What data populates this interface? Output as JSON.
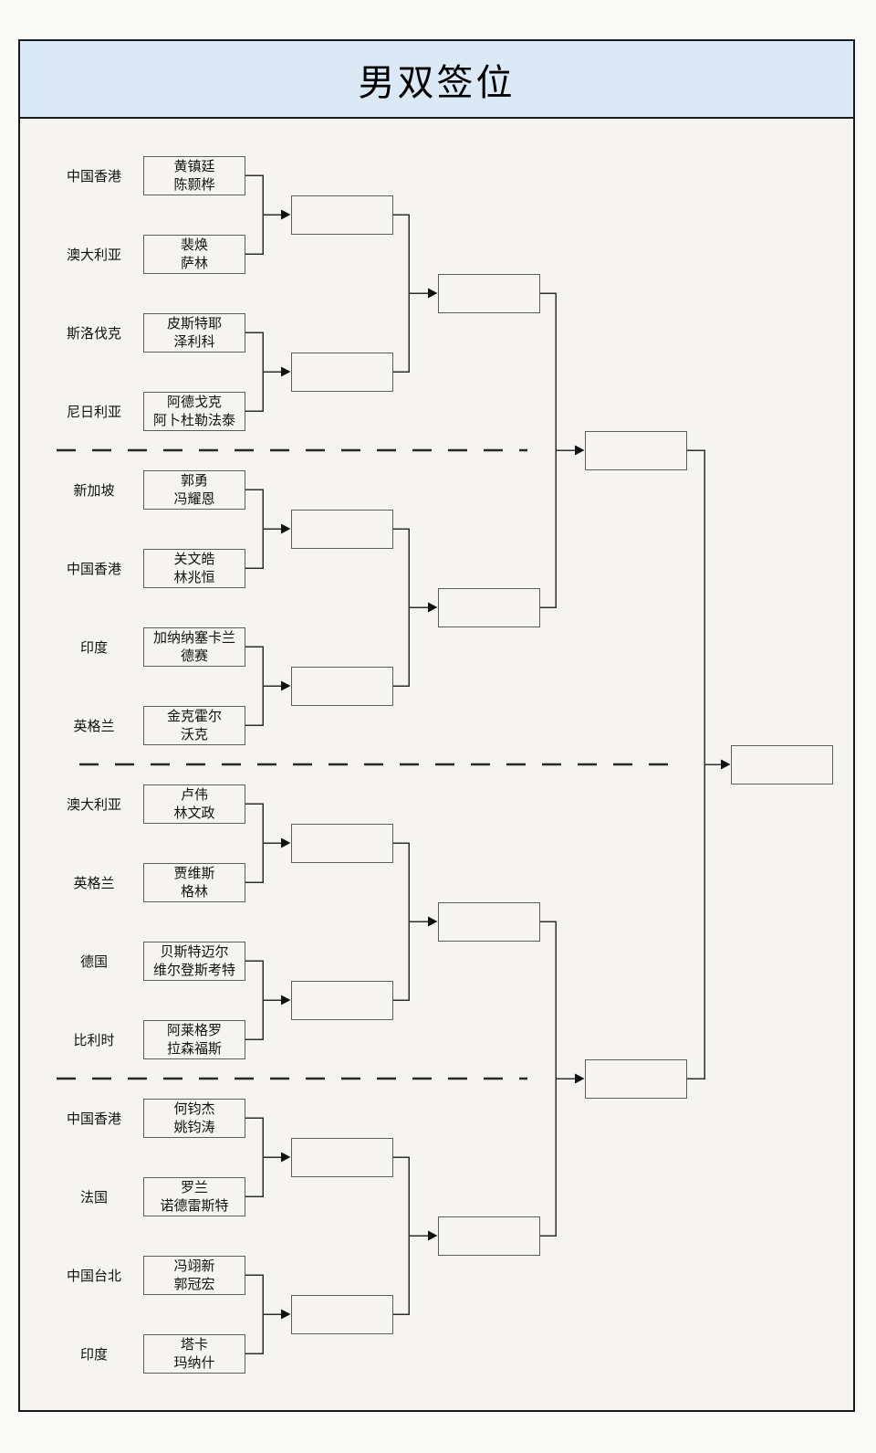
{
  "title": "男双签位",
  "colors": {
    "title_bar_bg": "#dbe8f5",
    "frame_border": "#1b1b1b",
    "box_border": "#5d5d5d",
    "connector_line": "#2e2e2e",
    "divider_dash": "#262626",
    "page_bg": "#fafaf9",
    "panel_bg": "#f5f4f1",
    "text": "#111111"
  },
  "bracket": {
    "entries": [
      {
        "country": "中国香港",
        "players": [
          "黄镇廷",
          "陈颢桦"
        ]
      },
      {
        "country": "澳大利亚",
        "players": [
          "裴焕",
          "萨林"
        ]
      },
      {
        "country": "斯洛伐克",
        "players": [
          "皮斯特耶",
          "泽利科"
        ]
      },
      {
        "country": "尼日利亚",
        "players": [
          "阿德戈克",
          "阿卜杜勒法泰"
        ]
      },
      {
        "country": "新加坡",
        "players": [
          "郭勇",
          "冯耀恩"
        ]
      },
      {
        "country": "中国香港",
        "players": [
          "关文皓",
          "林兆恒"
        ]
      },
      {
        "country": "印度",
        "players": [
          "加纳纳塞卡兰",
          "德赛"
        ]
      },
      {
        "country": "英格兰",
        "players": [
          "金克霍尔",
          "沃克"
        ]
      },
      {
        "country": "澳大利亚",
        "players": [
          "卢伟",
          "林文政"
        ]
      },
      {
        "country": "英格兰",
        "players": [
          "贾维斯",
          "格林"
        ]
      },
      {
        "country": "德国",
        "players": [
          "贝斯特迈尔",
          "维尔登斯考特"
        ]
      },
      {
        "country": "比利时",
        "players": [
          "阿莱格罗",
          "拉森福斯"
        ]
      },
      {
        "country": "中国香港",
        "players": [
          "何钧杰",
          "姚钧涛"
        ]
      },
      {
        "country": "法国",
        "players": [
          "罗兰",
          "诺德雷斯特"
        ]
      },
      {
        "country": "中国台北",
        "players": [
          "冯翊新",
          "郭冠宏"
        ]
      },
      {
        "country": "印度",
        "players": [
          "塔卡",
          "玛纳什"
        ]
      }
    ]
  }
}
